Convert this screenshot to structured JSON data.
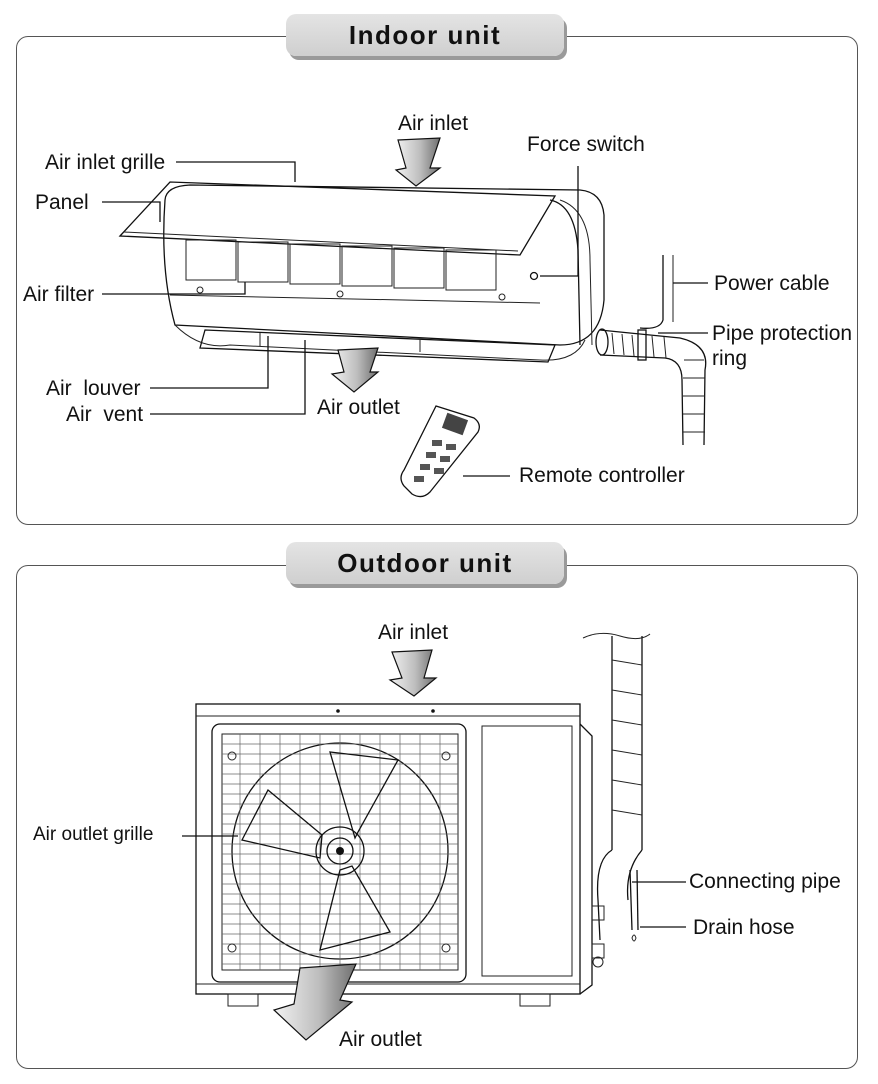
{
  "indoor": {
    "title": "Indoor unit",
    "labels": {
      "air_inlet": "Air inlet",
      "force_switch": "Force switch",
      "air_inlet_grille": "Air inlet grille",
      "panel": "Panel",
      "power_cable": "Power cable",
      "air_filter": "Air filter",
      "pipe_protection_ring_1": "Pipe protection",
      "pipe_protection_ring_2": "ring",
      "air_louver": "Air  louver",
      "air_vent": "Air  vent",
      "air_outlet": "Air outlet",
      "remote_controller": "Remote controller"
    }
  },
  "outdoor": {
    "title": "Outdoor unit",
    "labels": {
      "air_inlet": "Air inlet",
      "air_outlet_grille": "Air outlet grille",
      "connecting_pipe": "Connecting pipe",
      "drain_hose": "Drain hose",
      "air_outlet": "Air outlet"
    }
  }
}
